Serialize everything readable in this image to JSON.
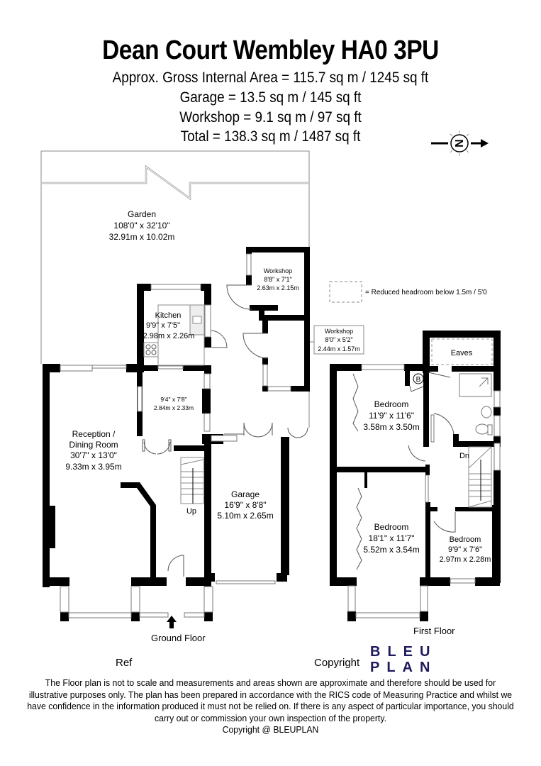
{
  "header": {
    "title": "Dean Court Wembley HA0 3PU",
    "areas": [
      "Approx. Gross Internal Area = 115.7 sq m / 1245 sq ft",
      "Garage = 13.5 sq m / 145 sq ft",
      "Workshop = 9.1 sq m / 97 sq ft",
      "Total = 138.3 sq m / 1487 sq ft"
    ]
  },
  "compass": {
    "letter": "N",
    "icon": "north-arrow-icon"
  },
  "legend": {
    "text": "= Reduced headroom below 1.5m / 5'0"
  },
  "ground_floor": {
    "label": "Ground Floor",
    "rooms": {
      "garden": {
        "name": "Garden",
        "imperial": "108'0\" x 32'10\"",
        "metric": "32.91m x 10.02m"
      },
      "workshop1": {
        "name": "Workshop",
        "imperial": "8'8\" x 7'1\"",
        "metric": "2.63m x 2.15m"
      },
      "workshop2": {
        "name": "Workshop",
        "imperial": "8'0\" x 5'2\"",
        "metric": "2.44m x 1.57m"
      },
      "kitchen": {
        "name": "Kitchen",
        "imperial": "9'9\" x 7'5\"",
        "metric": "2.98m x 2.26m"
      },
      "utility": {
        "name": "",
        "imperial": "9'4\" x 7'8\"",
        "metric": "2.84m x 2.33m"
      },
      "reception": {
        "name1": "Reception /",
        "name2": "Dining Room",
        "imperial": "30'7\" x 13'0\"",
        "metric": "9.33m x 3.95m"
      },
      "garage": {
        "name": "Garage",
        "imperial": "16'9\" x 8'8\"",
        "metric": "5.10m x 2.65m"
      }
    },
    "stairs_label": "Up"
  },
  "first_floor": {
    "label": "First Floor",
    "rooms": {
      "eaves": {
        "name": "Eaves"
      },
      "boiler": {
        "name": "B"
      },
      "bedroom1": {
        "name": "Bedroom",
        "imperial": "11'9\" x 11'6\"",
        "metric": "3.58m x 3.50m"
      },
      "bedroom2": {
        "name": "Bedroom",
        "imperial": "18'1\" x 11'7\"",
        "metric": "5.52m x 3.54m"
      },
      "bedroom3": {
        "name": "Bedroom",
        "imperial": "9'9\" x 7'6\"",
        "metric": "2.97m x 2.28m"
      }
    },
    "stairs_label": "Dn"
  },
  "footer": {
    "ref_label": "Ref",
    "copyright_label": "Copyright",
    "logo_line1": "BLEU",
    "logo_line2": "PLAN",
    "logo_color": "#1f1b5e",
    "disclaimer": "The Floor plan is not to scale and measurements and areas shown are approximate and therefore should be used for illustrative purposes only. The plan has been prepared in accordance with the RICS code of Measuring Practice and whilst we have confidence in the information produced it must not be relied on. If there is any aspect of particular importance, you should carry out or commission your own inspection of the property.",
    "copyright_line": "Copyright @ BLEUPLAN"
  }
}
